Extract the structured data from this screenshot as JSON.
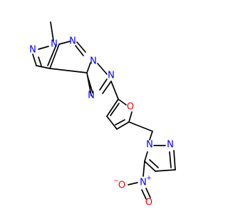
{
  "molecule": {
    "colors": {
      "N": "#0000ff",
      "O": "#ff0000",
      "C": "#000000",
      "bond": "#000000"
    },
    "atoms": {
      "methyl": "",
      "n_methyl": "N",
      "n_pyrazole": "N",
      "n_pyrimidine_top": "N",
      "n_bridge": "N",
      "n_triazole_b": "N",
      "n_triazole_c": "N",
      "o_furan": "O",
      "n_pz2_1": "N",
      "n_pz2_2": "N",
      "n_nitro": "N",
      "nitro_plus": "+",
      "o_nitro_1": "O",
      "o_nitro_2": "O",
      "nitro_minus": "−"
    }
  }
}
